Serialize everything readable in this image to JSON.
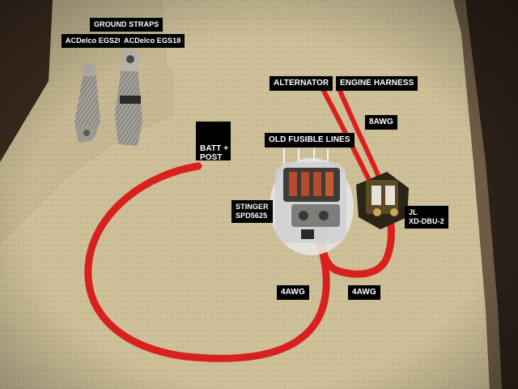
{
  "labels": {
    "ground_straps": "GROUND STRAPS",
    "egs20": "ACDelco EGS20",
    "egs18": "ACDelco EGS18",
    "alternator": "ALTERNATOR",
    "engine_harness": "ENGINE HARNESS",
    "awg8": "8AWG",
    "batt_post": "BATT +\nPOST",
    "old_fusible": "OLD FUSIBLE LINES",
    "stinger": "STINGER\nSPD5625",
    "jl": "JL\nXD-DBU-2",
    "awg4_left": "4AWG",
    "awg4_right": "4AWG"
  },
  "colors": {
    "wall": "#3a2a1e",
    "counter": "#cfc09a",
    "cable": "#d8201c",
    "strap": "#a8a59c",
    "label_bg": "#000000",
    "label_text": "#ffffff"
  }
}
